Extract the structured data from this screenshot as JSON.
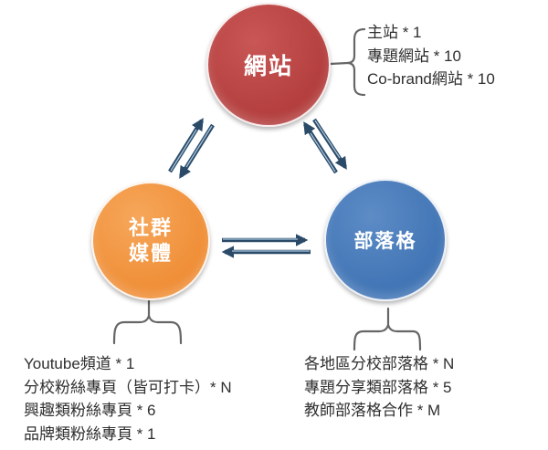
{
  "diagram": {
    "nodes": {
      "website": {
        "label": "網站"
      },
      "social": {
        "label_line1": "社群",
        "label_line2": "媒體"
      },
      "blog": {
        "label": "部落格"
      }
    },
    "annotations": {
      "website_list": {
        "items": [
          "主站 * 1",
          "專題網站 * 10",
          "Co-brand網站 * 10"
        ]
      },
      "social_list": {
        "items": [
          "Youtube頻道 * 1",
          "分校粉絲專頁（皆可打卡）* N",
          "興趣類粉絲專頁 * 6",
          "品牌類粉絲專頁 * 1"
        ]
      },
      "blog_list": {
        "items": [
          "各地區分校部落格 * N",
          "專題分享類部落格 * 5",
          "教師部落格合作 * M"
        ]
      }
    },
    "colors": {
      "website_base": "#b23d3c",
      "website_light": "#c95756",
      "social_base": "#ef8d35",
      "social_light": "#f6a75b",
      "blog_base": "#3f73b4",
      "blog_light": "#5d8cc6",
      "arrow_dark": "#2b4a68",
      "arrow_light": "#a6c2d9",
      "brace": "#666666",
      "text": "#2f2f2f",
      "bg": "#ffffff"
    }
  }
}
